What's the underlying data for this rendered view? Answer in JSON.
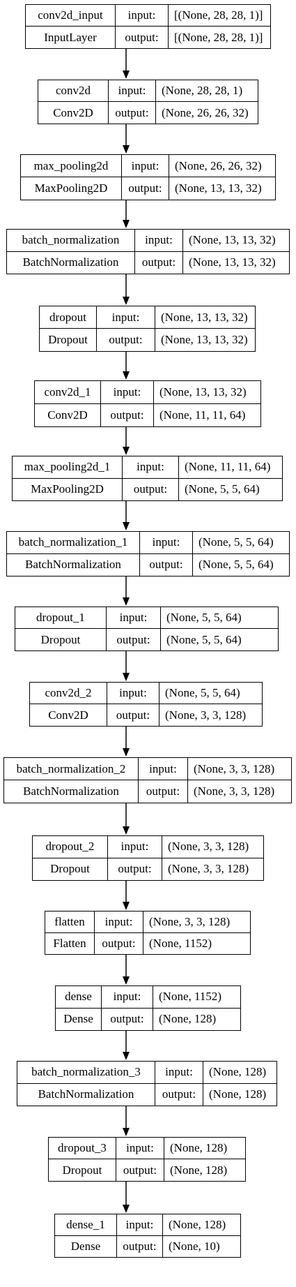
{
  "layers": [
    {
      "name": "conv2d_input",
      "type": "InputLayer",
      "input_label": "input:",
      "output_label": "output:",
      "input": "[(None, 28, 28, 1)]",
      "output": "[(None, 28, 28, 1)]"
    },
    {
      "name": "conv2d",
      "type": "Conv2D",
      "input_label": "input:",
      "output_label": "output:",
      "input": "(None, 28, 28, 1)",
      "output": "(None, 26, 26, 32)"
    },
    {
      "name": "max_pooling2d",
      "type": "MaxPooling2D",
      "input_label": "input:",
      "output_label": "output:",
      "input": "(None, 26, 26, 32)",
      "output": "(None, 13, 13, 32)"
    },
    {
      "name": "batch_normalization",
      "type": "BatchNormalization",
      "input_label": "input:",
      "output_label": "output:",
      "input": "(None, 13, 13, 32)",
      "output": "(None, 13, 13, 32)"
    },
    {
      "name": "dropout",
      "type": "Dropout",
      "input_label": "input:",
      "output_label": "output:",
      "input": "(None, 13, 13, 32)",
      "output": "(None, 13, 13, 32)"
    },
    {
      "name": "conv2d_1",
      "type": "Conv2D",
      "input_label": "input:",
      "output_label": "output:",
      "input": "(None, 13, 13, 32)",
      "output": "(None, 11, 11, 64)"
    },
    {
      "name": "max_pooling2d_1",
      "type": "MaxPooling2D",
      "input_label": "input:",
      "output_label": "output:",
      "input": "(None, 11, 11, 64)",
      "output": "(None, 5, 5, 64)"
    },
    {
      "name": "batch_normalization_1",
      "type": "BatchNormalization",
      "input_label": "input:",
      "output_label": "output:",
      "input": "(None, 5, 5, 64)",
      "output": "(None, 5, 5, 64)"
    },
    {
      "name": "dropout_1",
      "type": "Dropout",
      "input_label": "input:",
      "output_label": "output:",
      "input": "(None, 5, 5, 64)",
      "output": "(None, 5, 5, 64)"
    },
    {
      "name": "conv2d_2",
      "type": "Conv2D",
      "input_label": "input:",
      "output_label": "output:",
      "input": "(None, 5, 5, 64)",
      "output": "(None, 3, 3, 128)"
    },
    {
      "name": "batch_normalization_2",
      "type": "BatchNormalization",
      "input_label": "input:",
      "output_label": "output:",
      "input": "(None, 3, 3, 128)",
      "output": "(None, 3, 3, 128)"
    },
    {
      "name": "dropout_2",
      "type": "Dropout",
      "input_label": "input:",
      "output_label": "output:",
      "input": "(None, 3, 3, 128)",
      "output": "(None, 3, 3, 128)"
    },
    {
      "name": "flatten",
      "type": "Flatten",
      "input_label": "input:",
      "output_label": "output:",
      "input": "(None, 3, 3, 128)",
      "output": "(None, 1152)"
    },
    {
      "name": "dense",
      "type": "Dense",
      "input_label": "input:",
      "output_label": "output:",
      "input": "(None, 1152)",
      "output": "(None, 128)"
    },
    {
      "name": "batch_normalization_3",
      "type": "BatchNormalization",
      "input_label": "input:",
      "output_label": "output:",
      "input": "(None, 128)",
      "output": "(None, 128)"
    },
    {
      "name": "dropout_3",
      "type": "Dropout",
      "input_label": "input:",
      "output_label": "output:",
      "input": "(None, 128)",
      "output": "(None, 128)"
    },
    {
      "name": "dense_1",
      "type": "Dense",
      "input_label": "input:",
      "output_label": "output:",
      "input": "(None, 128)",
      "output": "(None, 10)"
    }
  ]
}
